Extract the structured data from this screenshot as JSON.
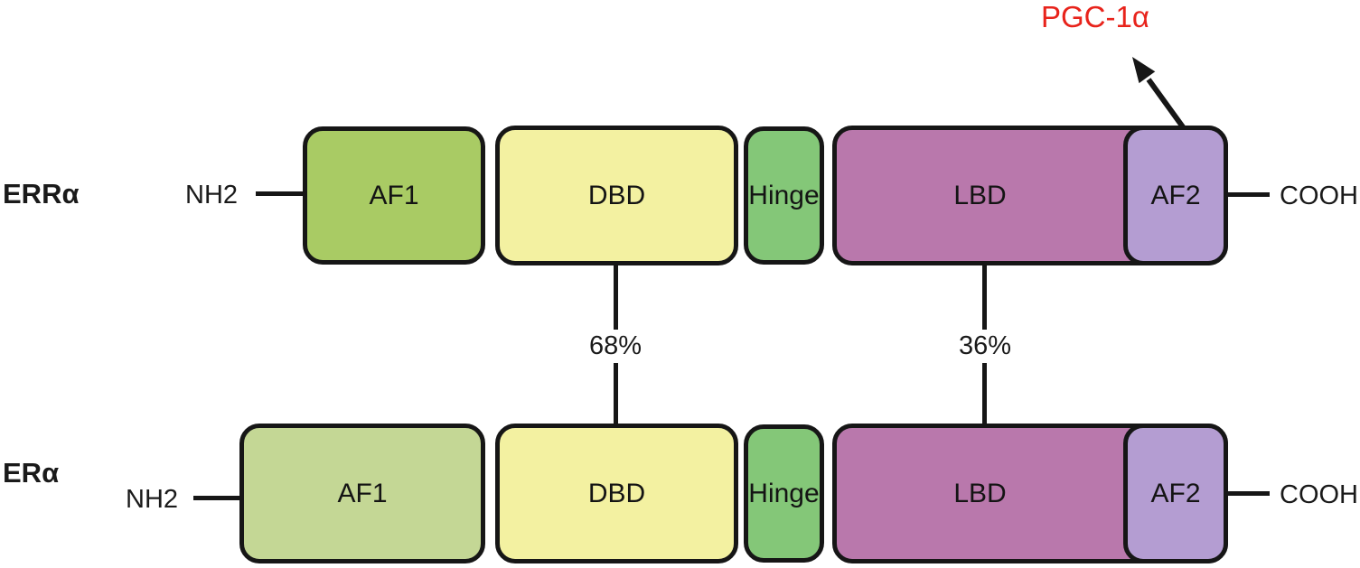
{
  "figure": {
    "description_colors": {
      "outline": "#161616",
      "af1_erra": "#a9cb64",
      "af1_era": "#c4d795",
      "dbd": "#f3f1a1",
      "hinge": "#84c778",
      "lbd": "#b978ac",
      "af2": "#b49dd2",
      "coactivator_text": "#e8231b"
    }
  },
  "proteins": [
    {
      "name": "ERRα",
      "n_terminus": "NH2",
      "c_terminus": "COOH",
      "domains": [
        {
          "label": "AF1"
        },
        {
          "label": "DBD"
        },
        {
          "label": "Hinge"
        },
        {
          "label": "LBD"
        },
        {
          "label": "AF2"
        }
      ],
      "coactivator": {
        "label": "PGC-1α"
      }
    },
    {
      "name": "ERα",
      "n_terminus": "NH2",
      "c_terminus": "COOH",
      "domains": [
        {
          "label": "AF1"
        },
        {
          "label": "DBD"
        },
        {
          "label": "Hinge"
        },
        {
          "label": "LBD"
        },
        {
          "label": "AF2"
        }
      ]
    }
  ],
  "homology": [
    {
      "between": "DBD",
      "value": "68%"
    },
    {
      "between": "LBD",
      "value": "36%"
    }
  ]
}
